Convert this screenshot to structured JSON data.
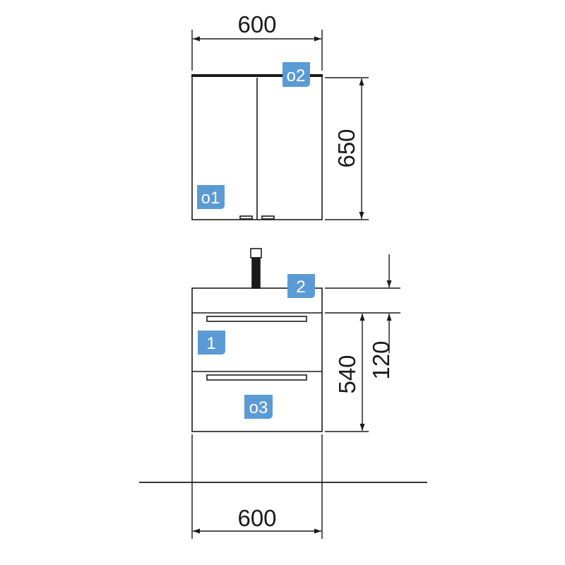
{
  "colors": {
    "line": "#1a1a1a",
    "badge": "#5b9bd5",
    "badge_text": "#ffffff",
    "background": "#ffffff"
  },
  "dimensions": {
    "wall_cabinet_width": "600",
    "wall_cabinet_height": "650",
    "basin_unit_total_height": "540",
    "basin_top_height": "120",
    "basin_unit_width": "600"
  },
  "badges": {
    "wall_cabinet_left_door": "o1",
    "wall_cabinet_top": "o2",
    "basin_top": "2",
    "upper_drawer": "1",
    "lower_drawer": "o3"
  }
}
